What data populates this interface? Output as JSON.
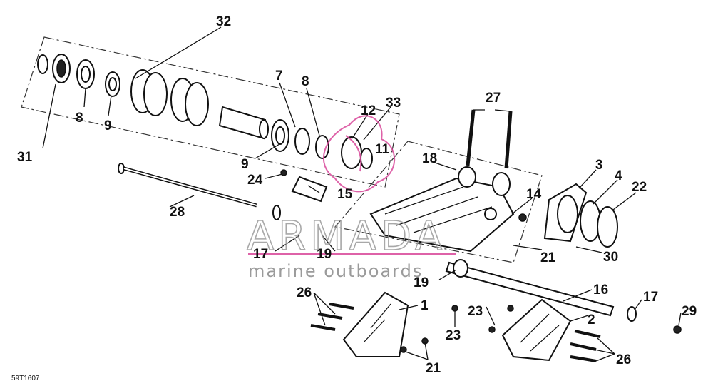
{
  "diagram": {
    "code": "59T1607",
    "watermark": {
      "brand": "ARMADA",
      "tagline": "marine outboards",
      "accent": "#d9479a"
    },
    "callouts": [
      {
        "id": "c32",
        "text": "32"
      },
      {
        "id": "c7",
        "text": "7"
      },
      {
        "id": "c8a",
        "text": "8"
      },
      {
        "id": "c12",
        "text": "12"
      },
      {
        "id": "c33",
        "text": "33"
      },
      {
        "id": "c27",
        "text": "27"
      },
      {
        "id": "c8b",
        "text": "8"
      },
      {
        "id": "c9a",
        "text": "9"
      },
      {
        "id": "c31",
        "text": "31"
      },
      {
        "id": "c9b",
        "text": "9"
      },
      {
        "id": "c11",
        "text": "11"
      },
      {
        "id": "c18",
        "text": "18"
      },
      {
        "id": "c24",
        "text": "24"
      },
      {
        "id": "c15",
        "text": "15"
      },
      {
        "id": "c3",
        "text": "3"
      },
      {
        "id": "c4",
        "text": "4"
      },
      {
        "id": "c22",
        "text": "22"
      },
      {
        "id": "c14",
        "text": "14"
      },
      {
        "id": "c28",
        "text": "28"
      },
      {
        "id": "c17a",
        "text": "17"
      },
      {
        "id": "c19a",
        "text": "19"
      },
      {
        "id": "c21a",
        "text": "21"
      },
      {
        "id": "c30",
        "text": "30"
      },
      {
        "id": "c19b",
        "text": "19"
      },
      {
        "id": "c16",
        "text": "16"
      },
      {
        "id": "c26a",
        "text": "26"
      },
      {
        "id": "c1",
        "text": "1"
      },
      {
        "id": "c17b",
        "text": "17"
      },
      {
        "id": "c29",
        "text": "29"
      },
      {
        "id": "c23a",
        "text": "23"
      },
      {
        "id": "c2",
        "text": "2"
      },
      {
        "id": "c23b",
        "text": "23"
      },
      {
        "id": "c26b",
        "text": "26"
      },
      {
        "id": "c21b",
        "text": "21"
      }
    ]
  }
}
